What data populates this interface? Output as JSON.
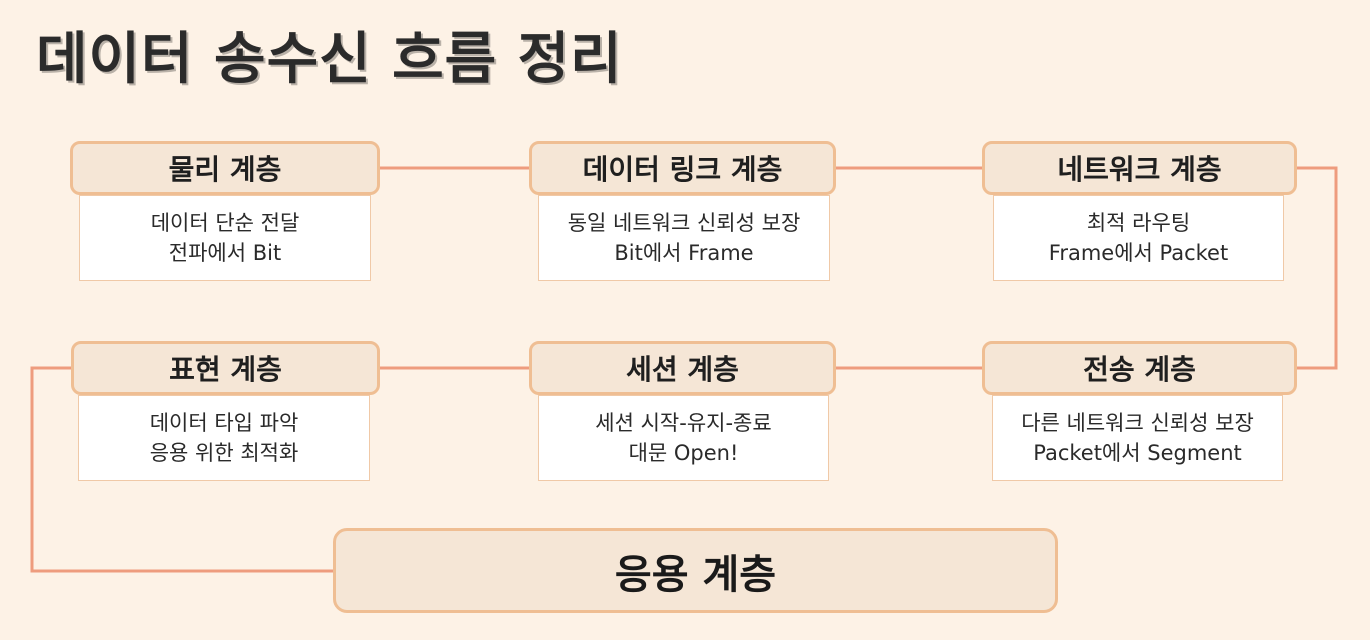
{
  "title": "데이터 송수신 흐름 정리",
  "colors": {
    "background": "#fdf2e6",
    "header_fill": "#f5e6d6",
    "header_border": "#efbe93",
    "connector": "#ee9c7e"
  },
  "layers": {
    "physical": {
      "name": "물리 계층",
      "line1": "데이터 단순 전달",
      "line2": "전파에서 Bit"
    },
    "datalink": {
      "name": "데이터 링크 계층",
      "line1": "동일 네트워크 신뢰성 보장",
      "line2": "Bit에서 Frame"
    },
    "network": {
      "name": "네트워크 계층",
      "line1": "최적 라우팅",
      "line2": "Frame에서 Packet"
    },
    "presentation": {
      "name": "표현 계층",
      "line1": "데이터 타입 파악",
      "line2": "응용 위한 최적화"
    },
    "session": {
      "name": "세션 계층",
      "line1": "세션 시작-유지-종료",
      "line2": "대문 Open!"
    },
    "transport": {
      "name": "전송 계층",
      "line1": "다른 네트워크 신뢰성 보장",
      "line2": "Packet에서 Segment"
    },
    "application": {
      "name": "응용 계층"
    }
  }
}
